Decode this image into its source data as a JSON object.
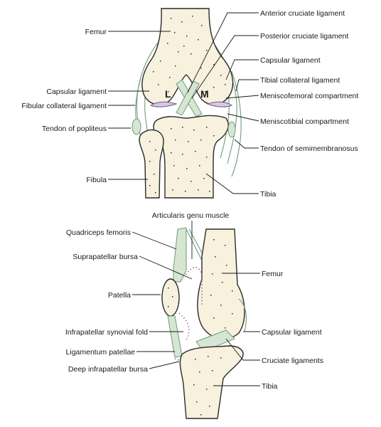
{
  "top_diagram": {
    "labels": {
      "femur": "Femur",
      "anterior_cruciate": "Anterior cruciate ligament",
      "posterior_cruciate": "Posterior cruciate ligament",
      "capsular_right": "Capsular ligament",
      "tibial_collateral": "Tibial collateral ligament",
      "meniscofemoral": "Meniscofemoral compartment",
      "capsular_left": "Capsular ligament",
      "fibular_collateral": "Fibular collateral ligament",
      "meniscotibial": "Meniscotibial compartment",
      "tendon_popliteus": "Tendon of popliteus",
      "tendon_semimembranosus": "Tendon of semimembranosus",
      "fibula": "Fibula",
      "tibia": "Tibia",
      "letter_l": "L",
      "letter_m": "M"
    }
  },
  "bottom_diagram": {
    "labels": {
      "articularis_genu": "Articularis genu muscle",
      "quadriceps": "Quadriceps femoris",
      "suprapatellar_bursa": "Suprapatellar bursa",
      "femur": "Femur",
      "patella": "Patella",
      "infrapatellar_fold": "Infrapatellar synovial fold",
      "capsular": "Capsular ligament",
      "lig_patellae": "Ligamentum patellae",
      "cruciate": "Cruciate ligaments",
      "deep_bursa": "Deep infrapatellar bursa",
      "tibia": "Tibia"
    }
  }
}
